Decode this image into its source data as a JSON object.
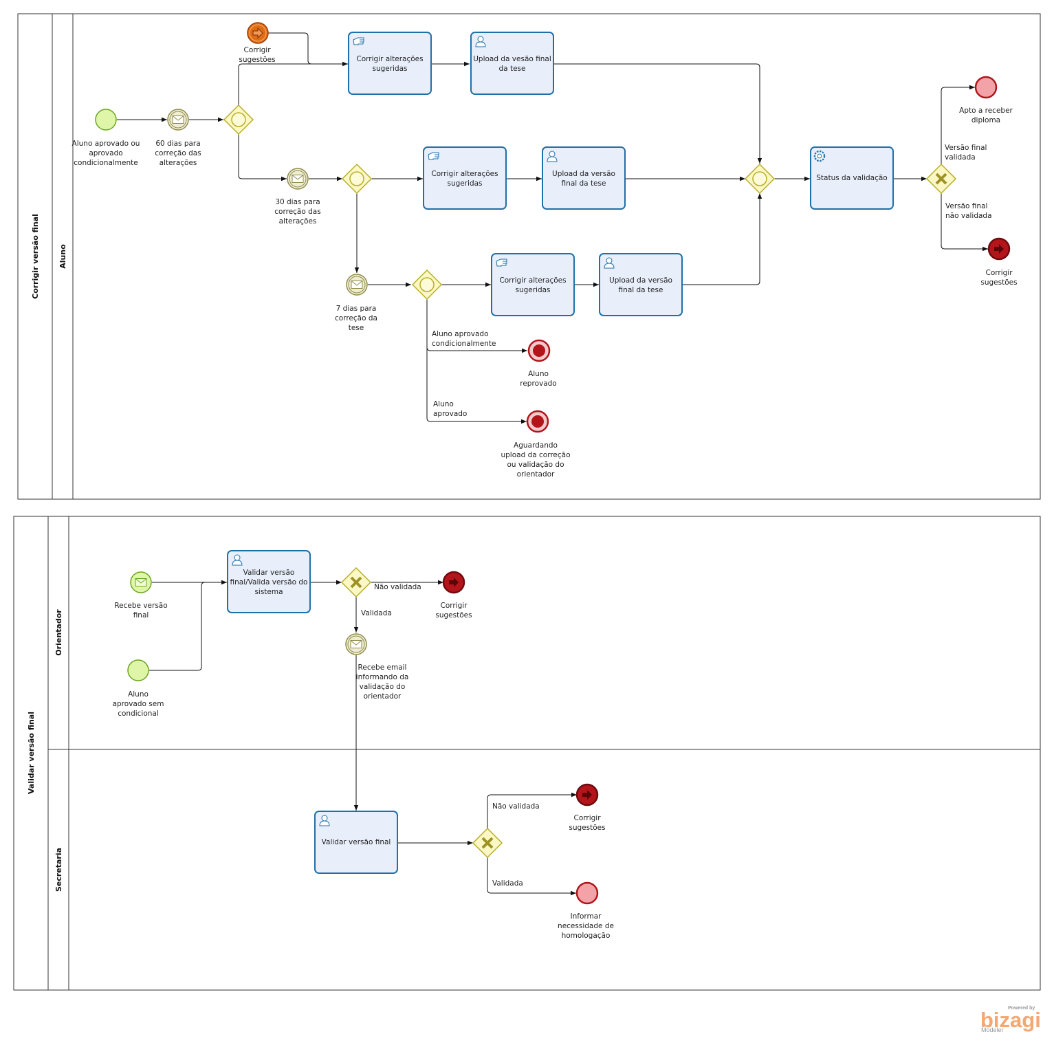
{
  "pools": [
    {
      "id": "corrigir",
      "label": "Corrigir versão final",
      "lanes": [
        {
          "label": "Aluno"
        }
      ]
    },
    {
      "id": "validar",
      "label": "Validar versão final",
      "lanes": [
        {
          "label": "Orientador"
        },
        {
          "label": "Secretaria"
        }
      ]
    }
  ],
  "tasks": [
    {
      "id": "t1",
      "type": "manual",
      "lines": [
        "Corrigir alterações",
        "sugeridas"
      ]
    },
    {
      "id": "t2",
      "type": "user",
      "lines": [
        "Upload da vesão final",
        "da tese"
      ]
    },
    {
      "id": "t3",
      "type": "manual",
      "lines": [
        "Corrigir alterações",
        "sugeridas"
      ]
    },
    {
      "id": "t4",
      "type": "user",
      "lines": [
        "Upload da versão",
        "final da tese"
      ]
    },
    {
      "id": "t5",
      "type": "manual",
      "lines": [
        "Corrigir alterações",
        "sugeridas"
      ]
    },
    {
      "id": "t6",
      "type": "user",
      "lines": [
        "Upload da versão",
        "final da tese"
      ]
    },
    {
      "id": "t7",
      "type": "service",
      "lines": [
        "Status da validação"
      ]
    },
    {
      "id": "t8",
      "type": "user",
      "lines": [
        "Validar versão",
        "final/Valida versão do",
        "sistema"
      ]
    },
    {
      "id": "t9",
      "type": "user",
      "lines": [
        "Validar versão final"
      ]
    }
  ],
  "events": [
    {
      "id": "e_start1",
      "type": "start",
      "lines": [
        "Aluno aprovado ou",
        "aprovado",
        "condicionalmente"
      ]
    },
    {
      "id": "e_msg60",
      "type": "intermediate-message",
      "lines": [
        "60 dias para",
        "correção das",
        "alterações"
      ]
    },
    {
      "id": "e_esc",
      "type": "escalation-boundary",
      "lines": [
        "Corrigir",
        "sugestões"
      ]
    },
    {
      "id": "e_msg30",
      "type": "intermediate-message",
      "lines": [
        "30 dias para",
        "correção das",
        "alterações"
      ]
    },
    {
      "id": "e_msg7",
      "type": "intermediate-message",
      "lines": [
        "7 dias para",
        "correção da",
        "tese"
      ]
    },
    {
      "id": "e_end_reprov",
      "type": "end-terminate",
      "lines": [
        "Aluno",
        "reprovado"
      ]
    },
    {
      "id": "e_end_aguard",
      "type": "end-terminate",
      "lines": [
        "Aguardando",
        "upload da correção",
        "ou validação do",
        "orientador"
      ]
    },
    {
      "id": "e_end_apto",
      "type": "end",
      "lines": [
        "Apto a receber",
        "diploma"
      ]
    },
    {
      "id": "e_end_corr1",
      "type": "end-escalation",
      "lines": [
        "Corrigir",
        "sugestões"
      ]
    },
    {
      "id": "e_start_msg",
      "type": "start-message",
      "lines": [
        "Recebe versão",
        "final"
      ]
    },
    {
      "id": "e_start2",
      "type": "start",
      "lines": [
        "Aluno",
        "aprovado sem",
        "condicional"
      ]
    },
    {
      "id": "e_end_corr2",
      "type": "end-escalation",
      "lines": [
        "Corrigir",
        "sugestões"
      ]
    },
    {
      "id": "e_msg_email",
      "type": "intermediate-message",
      "lines": [
        "Recebe email",
        "informando da",
        "validação do",
        "orientador"
      ]
    },
    {
      "id": "e_end_corr3",
      "type": "end-escalation",
      "lines": [
        "Corrigir",
        "sugestões"
      ]
    },
    {
      "id": "e_end_homol",
      "type": "end",
      "lines": [
        "Informar",
        "necessidade de",
        "homologação"
      ]
    }
  ],
  "gateways": [
    {
      "id": "g1",
      "type": "event-based"
    },
    {
      "id": "g2",
      "type": "event-based"
    },
    {
      "id": "g3",
      "type": "event-based"
    },
    {
      "id": "g4",
      "type": "event-based"
    },
    {
      "id": "g5",
      "type": "exclusive"
    },
    {
      "id": "g6",
      "type": "exclusive"
    },
    {
      "id": "g7",
      "type": "exclusive"
    }
  ],
  "flow_labels": [
    {
      "id": "f1",
      "lines": [
        "Versão final",
        "validada"
      ]
    },
    {
      "id": "f2",
      "lines": [
        "Versão final",
        "não validada"
      ]
    },
    {
      "id": "f3",
      "lines": [
        "Aluno aprovado",
        "condicionalmente"
      ]
    },
    {
      "id": "f4",
      "lines": [
        "Aluno",
        "aprovado"
      ]
    },
    {
      "id": "f5",
      "lines": [
        "Não validada"
      ]
    },
    {
      "id": "f6",
      "lines": [
        "Validada"
      ]
    },
    {
      "id": "f7",
      "lines": [
        "Não validada"
      ]
    },
    {
      "id": "f8",
      "lines": [
        "Validada"
      ]
    }
  ],
  "branding": {
    "top": "Powered by",
    "name": "bizagi",
    "sub": "Modeler"
  },
  "colors": {
    "task_fill": "#e8effb",
    "task_stroke": "#1f6fa8",
    "start_fill": "#dff5a8",
    "start_stroke": "#6aa51e",
    "gateway_fill": "#fbf8c6",
    "gateway_stroke": "#b8ad27",
    "message_fill": "#eeedd2",
    "message_stroke": "#8f8b4c",
    "end_fill": "#f3a3a8",
    "end_stroke": "#b0151c",
    "end_dark": "#b3151b",
    "escalation": "#e06c14"
  }
}
